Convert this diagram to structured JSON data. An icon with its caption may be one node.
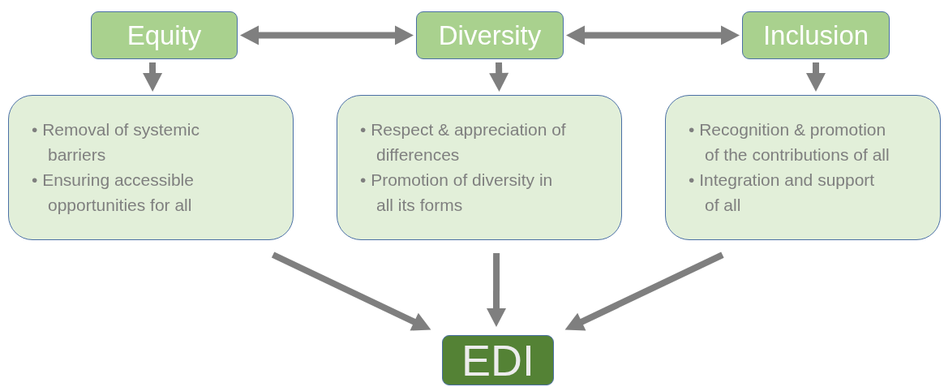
{
  "diagram": {
    "nodes": [
      {
        "text": [
          "Equity"
        ]
      },
      {
        "text": [
          "Diversity"
        ]
      },
      {
        "text": [
          "Inclusion"
        ]
      },
      {
        "text": [
          "• Removal of systemic barriers",
          "• Ensuring accessible opportunities for all"
        ]
      },
      {
        "text": [
          "• Respect & appreciation of differences",
          "• Promotion of diversity in all its forms"
        ]
      },
      {
        "text": [
          "• Recognition & promotion of the contributions of all",
          "• Integration and support of all"
        ]
      },
      {
        "text": [
          "EDI"
        ]
      }
    ],
    "edges": [
      {
        "from": 0,
        "to": 1,
        "arrow": "both"
      },
      {
        "from": 1,
        "to": 2,
        "arrow": "both"
      },
      {
        "from": 0,
        "to": 3,
        "arrow": "to"
      },
      {
        "from": 1,
        "to": 4,
        "arrow": "to"
      },
      {
        "from": 2,
        "to": 5,
        "arrow": "to"
      },
      {
        "from": 3,
        "to": 6,
        "arrow": "to"
      },
      {
        "from": 4,
        "to": 6,
        "arrow": "to"
      },
      {
        "from": 5,
        "to": 6,
        "arrow": "to"
      }
    ]
  }
}
